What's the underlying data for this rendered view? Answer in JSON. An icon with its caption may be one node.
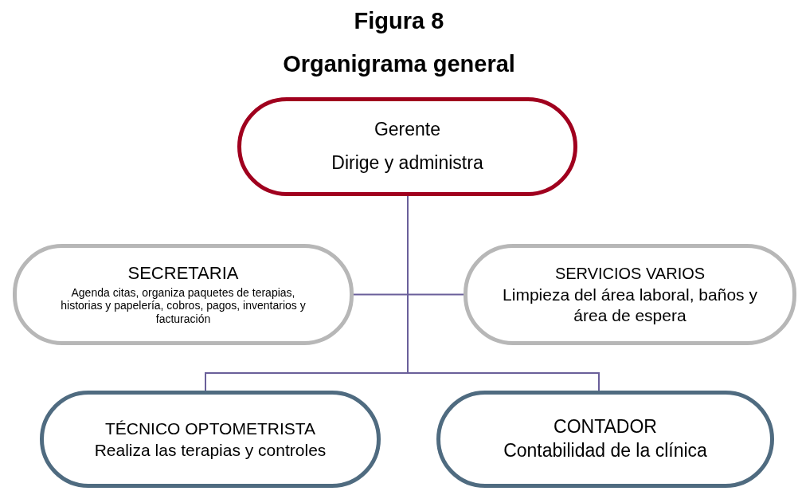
{
  "diagram": {
    "title": "Organigrama general",
    "nodes": [
      {
        "text": [
          "Gerente",
          "Dirige y administra"
        ]
      },
      {
        "text": [
          "SECRETARIA",
          "Agenda citas, organiza paquetes de terapias, historias y papelería, cobros, pagos, inventarios y facturación"
        ]
      },
      {
        "text": [
          "SERVICIOS VARIOS",
          "Limpieza del área laboral, baños y área de espera"
        ]
      },
      {
        "text": [
          "TÉCNICO OPTOMETRISTA",
          "Realiza las terapias y controles"
        ]
      },
      {
        "text": [
          "CONTADOR",
          "Contabilidad de la clínica"
        ]
      }
    ],
    "edges": [
      {
        "from": 0,
        "to": 1,
        "arrow": "none"
      },
      {
        "from": 0,
        "to": 2,
        "arrow": "none"
      },
      {
        "from": 0,
        "to": 3,
        "arrow": "none"
      },
      {
        "from": 0,
        "to": 4,
        "arrow": "none"
      }
    ],
    "labels": [
      "Figura 8"
    ]
  }
}
